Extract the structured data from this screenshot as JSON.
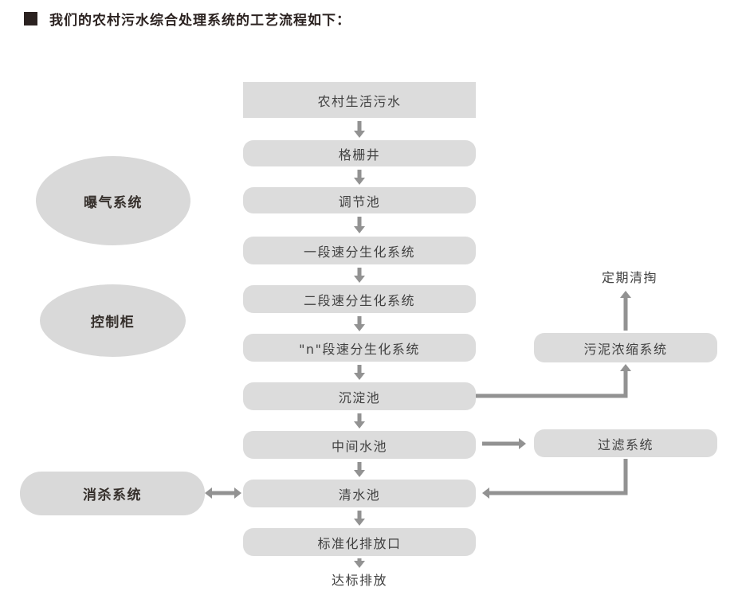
{
  "title": {
    "bullet_icon": "black-square-bullet",
    "text": "我们的农村污水综合处理系统的工艺流程如下："
  },
  "nodes": {
    "rural_sewage": "农村生活污水",
    "grid_well": "格栅井",
    "regulating_tank": "调节池",
    "bio_stage_1": "一段速分生化系统",
    "bio_stage_2": "二段速分生化系统",
    "bio_stage_n": "\"n\"段速分生化系统",
    "sedimentation_tank": "沉淀池",
    "intermediate_tank": "中间水池",
    "clear_water_tank": "清水池",
    "standard_outlet": "标准化排放口",
    "discharge": "达标排放",
    "aeration": "曝气系统",
    "control_cabinet": "控制柜",
    "disinfection": "消杀系统",
    "sludge_thickening": "污泥浓缩系统",
    "filtration": "过滤系统",
    "periodic_cleaning": "定期清掏"
  },
  "edges": [
    "农村生活污水→格栅井",
    "格栅井→调节池",
    "调节池→一段速分生化系统",
    "一段速分生化系统→二段速分生化系统",
    "二段速分生化系统→\"n\"段速分生化系统",
    "\"n\"段速分生化系统→沉淀池",
    "沉淀池→中间水池",
    "中间水池→清水池",
    "清水池→标准化排放口",
    "标准化排放口→达标排放",
    "沉淀池→污泥浓缩系统",
    "污泥浓缩系统→定期清掏",
    "中间水池→过滤系统",
    "过滤系统→清水池",
    "消杀系统↔清水池"
  ],
  "colors": {
    "background": "#ffffff",
    "node_fill": "#dcdcdc",
    "node_text": "#414141",
    "side_fill": "#d9d9d9",
    "side_text": "#36302c",
    "title_text": "#2b2220",
    "arrow": "#929292"
  }
}
